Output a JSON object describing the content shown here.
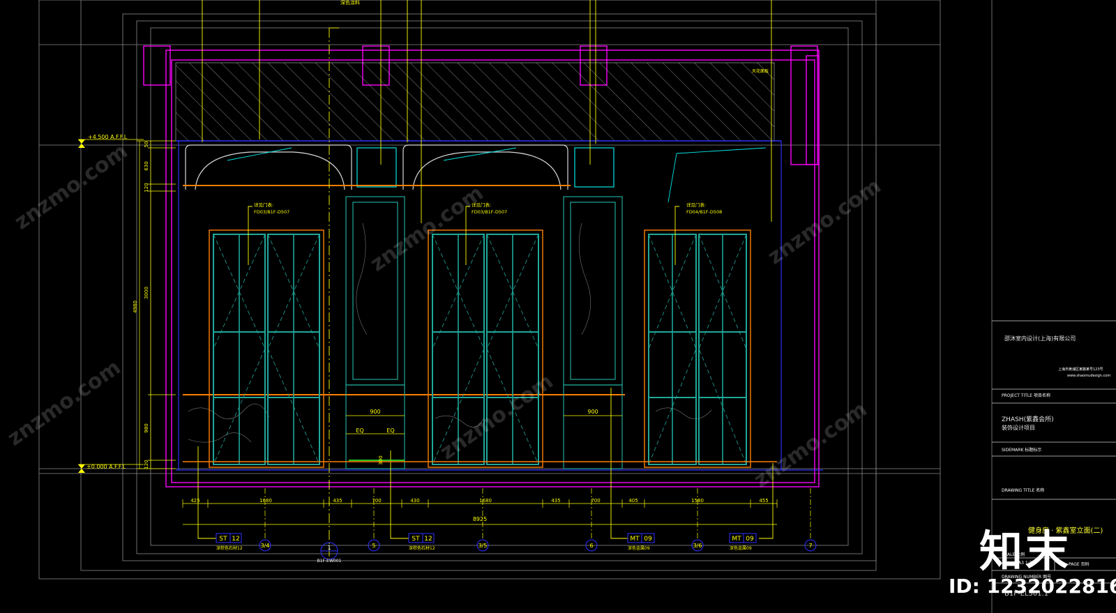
{
  "drawing": {
    "top_note": "深色涂料",
    "hatch_note": "天花面板",
    "level_top": "+4.500 A.F.F.L",
    "level_bottom": "±0.000 A.F.F.L",
    "door_notes": [
      {
        "line1": "详见门表:",
        "line2": "FD03/B1F-D507"
      },
      {
        "line1": "详见门表:",
        "line2": "FD03/B1F-D507"
      },
      {
        "line1": "详见门表:",
        "line2": "FD04/B1F-D508"
      }
    ],
    "vertical_dims": [
      "50",
      "630",
      "120",
      "4980",
      "3000",
      "980",
      "120"
    ],
    "bottom_dims": [
      "425",
      "1680",
      "435",
      "700",
      "430",
      "1680",
      "435",
      "700",
      "405",
      "1580",
      "455"
    ],
    "total_dim": "8925",
    "inner_dims": [
      "900",
      "EQ",
      "EQ",
      "900",
      "300"
    ],
    "materials": [
      {
        "code": "ST",
        "num": "12",
        "desc": "深棕色石材12"
      },
      {
        "code": "ST",
        "num": "12",
        "desc": "深棕色石材12"
      },
      {
        "code": "MT",
        "num": "09",
        "desc": "深色金属09"
      },
      {
        "code": "MT",
        "num": "09",
        "desc": "深色金属09"
      }
    ],
    "axes": [
      "3/4",
      "5",
      "3/5",
      "6",
      "3/6",
      "7"
    ],
    "section_mark": {
      "num": "1",
      "ref": "B1F-EW001"
    }
  },
  "title_block": {
    "company": "邵沐室内设计(上海)有限公司",
    "address": "上海市黄浦区某路某号123号",
    "website": "www.shaomudesign.com",
    "project_title_label": "PROJECT TITLE 项目名称",
    "project_line1": "ZHASH(紫鑫会所)",
    "project_line2": "装饰设计项目",
    "sidemark_label": "SIDEMARK 标题标示",
    "drawing_title_label": "DRAWING TITLE 名称",
    "drawing_title": "健身房 · 紫鑫室立面(二)",
    "scale_label": "SCALE 比例",
    "scale_value": "A3 1:30",
    "page_label": "PAGE 页码",
    "drawing_number_label": "DRAWING NUMBER 图号",
    "drawing_number": "B1F-EL301.1"
  },
  "watermark": {
    "logo": "知末",
    "id": "ID: 1232022816",
    "site": "znzmo.com"
  },
  "colors": {
    "background": "#000000",
    "magenta": "#ff00ff",
    "cyan": "#00e5e5",
    "teal": "#1fa89a",
    "yellow": "#ffff00",
    "orange": "#ff7f00",
    "blue": "#3030ff",
    "white": "#ffffff",
    "gray": "#9a9a9a"
  }
}
